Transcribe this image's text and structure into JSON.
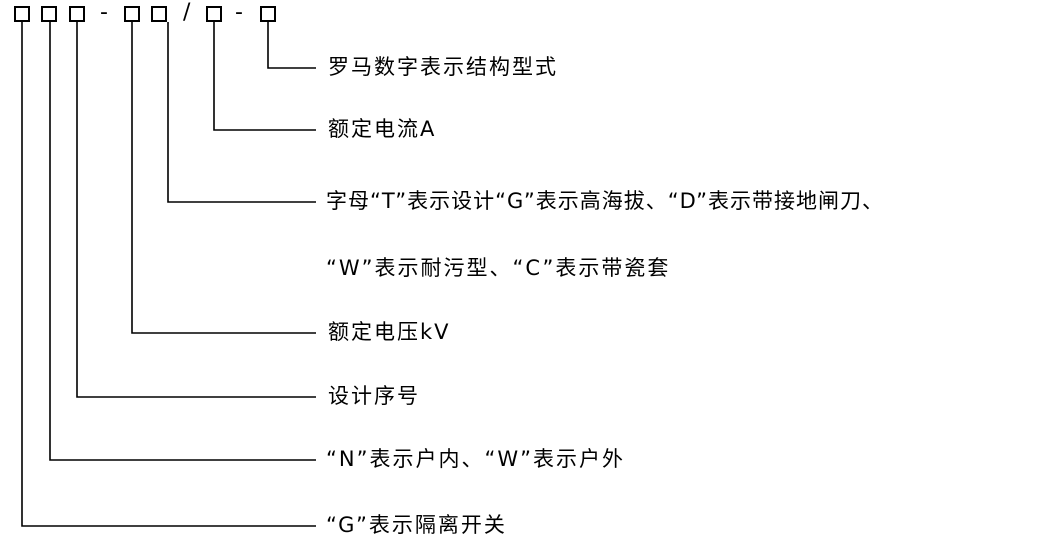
{
  "code": {
    "dash1": "-",
    "slash": "/",
    "dash2": "-"
  },
  "labels": {
    "structure_roman": "罗马数字表示结构型式",
    "rated_current": "额定电流A",
    "letter_meaning_line1": "字母“T”表示设计“G”表示高海拔、“D”表示带接地闸刀、",
    "letter_meaning_line2": "“W”表示耐污型、“C”表示带瓷套",
    "rated_voltage": "额定电压kV",
    "design_serial": "设计序号",
    "indoor_outdoor": "“N”表示户内、“W”表示户外",
    "isolating_switch": "“G”表示隔离开关"
  }
}
